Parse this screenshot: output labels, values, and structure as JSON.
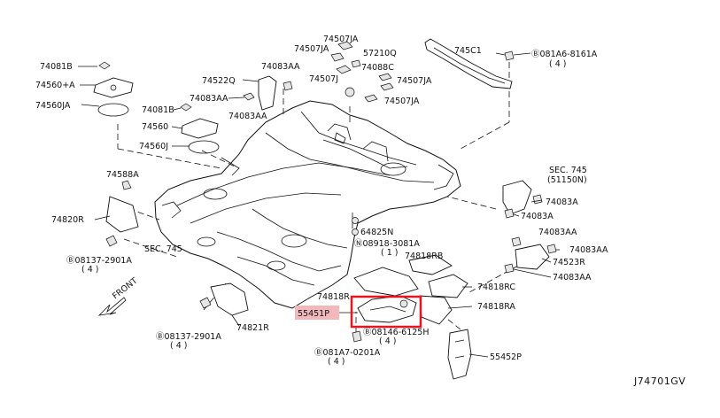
{
  "diagram": {
    "reference_code": "J74701GV",
    "front_label": "FRONT",
    "highlight_color": "#e8141e",
    "highlight_label_bg": "#f3b8bc",
    "highlighted_part": "55451P",
    "labels": {
      "p74507ja_a": "74507JA",
      "p74507ja_b": "74507JA",
      "p74507ja_c": "74507JA",
      "p74507ja_d": "74507JA",
      "p57210q": "57210Q",
      "p74083aa_a": "74083AA",
      "p74088c": "74088C",
      "p74507j": "74507J",
      "p74081b_a": "74081B",
      "p74560a": "74560+A",
      "p74560ja": "74560JA",
      "p74522q": "74522Q",
      "p74083aa_b": "74083AA",
      "p74083aa_c": "74083AA",
      "p74081b_b": "74081B",
      "p74560": "74560",
      "p74560j": "74560J",
      "p745c1": "745C1",
      "p081a6": "Ⓑ081A6-8161A",
      "p081a6_qty": "( 4 )",
      "p74588a": "74588A",
      "p74820r": "74820R",
      "sec745_left": "SEC. 745",
      "p08137_a": "Ⓑ08137-2901A",
      "p08137_a_qty": "( 4 )",
      "p64825n": "64825N",
      "p08918": "Ⓝ08918-3081A",
      "p08918_qty": "( 1 )",
      "sec745_right": "SEC. 745",
      "sec745_right_sub": "(51150N)",
      "p74083a_a": "74083A",
      "p74083a_b": "74083A",
      "p74083aa_d": "74083AA",
      "p74083aa_e": "74083AA",
      "p74523r": "74523R",
      "p74083aa_f": "74083AA",
      "p74818rb": "74818RB",
      "p74818rc": "74818RC",
      "p74818ra": "74818RA",
      "p74818r": "74818R",
      "p55451p": "55451P",
      "p08146": "Ⓑ08146-6125H",
      "p08146_qty": "( 4 )",
      "p081a7": "Ⓑ081A7-0201A",
      "p081a7_qty": "( 4 )",
      "p55452p": "55452P",
      "p74821r": "74821R",
      "p08137_b": "Ⓑ08137-2901A",
      "p08137_b_qty": "( 4 )"
    }
  }
}
